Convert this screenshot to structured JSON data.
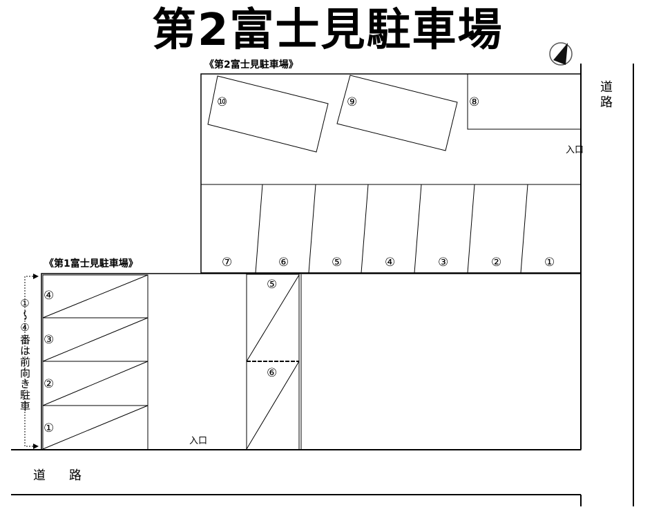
{
  "title": "第2富士見駐車場",
  "lot2": {
    "label": "《第2富士見駐車場》",
    "top_spaces": [
      {
        "id": "10",
        "label": "⑩"
      },
      {
        "id": "9",
        "label": "⑨"
      },
      {
        "id": "8",
        "label": "⑧"
      }
    ],
    "row_spaces": [
      "⑦",
      "⑥",
      "⑤",
      "④",
      "③",
      "②",
      "①"
    ],
    "entrance": "入口"
  },
  "lot1": {
    "label": "《第1富士見駐車場》",
    "left_spaces": [
      "④",
      "③",
      "②",
      "①"
    ],
    "right_spaces": [
      "⑤",
      "⑥"
    ],
    "entrance": "入口",
    "note": "①〜④番は前向き駐車"
  },
  "roads": {
    "right": "道路",
    "bottom": [
      "道",
      "路"
    ]
  },
  "compass": {
    "icon": "north-arrow-icon"
  },
  "colors": {
    "line": "#000000",
    "background": "#ffffff"
  }
}
